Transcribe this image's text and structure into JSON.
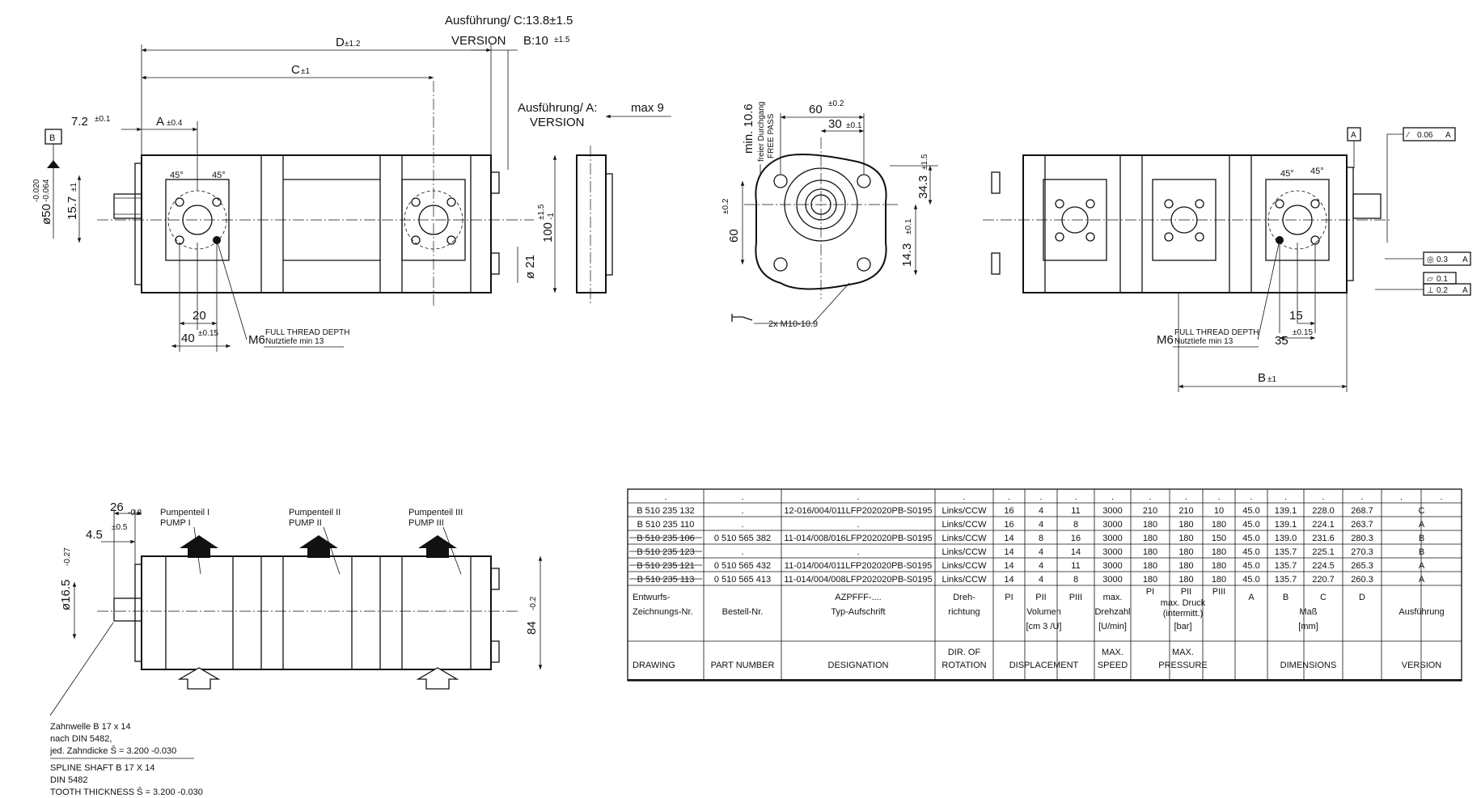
{
  "front_view": {
    "version_c_label": "Ausführung/ C:13.8±1.5",
    "version_word": "VERSION",
    "dim_b": "B:10",
    "dim_b_tol": "±1.5",
    "dim_d": "D",
    "dim_d_tol": "±1.2",
    "dim_c": "C",
    "dim_c_tol": "±1",
    "version_a_label": "Ausführung/ A:",
    "version_a_word": "VERSION",
    "max9": "max 9",
    "dim_7_2": "7.2",
    "dim_7_2_tol": "±0.1",
    "dim_a": "A",
    "dim_a_tol": "±0.4",
    "datum_b": "B",
    "dia50": "ø50",
    "dia50_tol_upper": "-0.020",
    "dia50_tol_lower": "-0.064",
    "dim_15_7": "15.7",
    "dim_15_7_tol": "±1",
    "angle_1": "45°",
    "angle_2": "45°",
    "dim_100": "100",
    "dim_100_tol_upper": "±1.5",
    "dim_100_tol_lower": "-1",
    "dia21": "ø 21",
    "dim_20": "20",
    "dim_40": "40",
    "dim_40_tol": "±0.15",
    "thread_m6": "M6",
    "thread_note_1": "FULL THREAD DEPTH",
    "thread_note_2": "Nutztiefe min 13"
  },
  "flange_view": {
    "min_10_6": "min. 10.6",
    "free_pass_de": "freier Durchgang",
    "free_pass_en": "FREE PASS",
    "dim_60_top": "60",
    "dim_60_top_tol": "±0.2",
    "dim_30": "30",
    "dim_30_tol": "±0.1",
    "dim_34_3": "34.3",
    "dim_34_3_tol": "±1.5",
    "dim_60_left": "60",
    "dim_60_left_tol": "±0.2",
    "dim_14_3": "14.3",
    "dim_14_3_tol": "±0.1",
    "bolt_note": "2x M10-10.9"
  },
  "rear_view": {
    "datum_a": "A",
    "tol_perp": "0.06",
    "tol_perp_ref": "A",
    "tol_conc": "0.3",
    "tol_conc_ref": "A",
    "tol_flat": "0.1",
    "tol_sq": "0.2",
    "tol_sq_ref": "A",
    "angle_1": "45°",
    "angle_2": "45°",
    "dim_15": "15",
    "dim_35": "35",
    "dim_35_tol": "±0.15",
    "thread_m6": "M6",
    "thread_note_1": "FULL THREAD DEPTH",
    "thread_note_2": "Nutztiefe min 13",
    "dim_b": "B",
    "dim_b_tol": "±1"
  },
  "side_view": {
    "dim_26": "26",
    "dim_26_tol": "-0.8",
    "dim_4_5": "4.5",
    "dim_4_5_tol": "±0.5",
    "dim_16_5": "ø16.5",
    "dim_16_5_tol": "-0.27",
    "dim_84": "84",
    "dim_84_tol": "-0.2",
    "pump1_de": "Pumpenteil I",
    "pump1_en": "PUMP I",
    "pump2_de": "Pumpenteil II",
    "pump2_en": "PUMP II",
    "pump3_de": "Pumpenteil III",
    "pump3_en": "PUMP III",
    "spline_de_1": "Zahnwelle B 17 x 14",
    "spline_de_2": "nach DIN 5482,",
    "spline_de_3": "jed. Zahndicke Ŝ = 3.200 -0.030",
    "spline_en_1": "SPLINE SHAFT B 17 X 14",
    "spline_en_2": "DIN 5482",
    "spline_en_3": "TOOTH THICKNESS Ŝ = 3.200 -0.030"
  },
  "table": {
    "rows": [
      [
        ".",
        ".",
        ".",
        ".",
        ".",
        ".",
        ".",
        ".",
        ".",
        ".",
        ".",
        ".",
        ".",
        ".",
        ".",
        ".",
        "."
      ],
      [
        "B 510 235 132",
        ".",
        "12-016/004/011LFP202020PB-S0195",
        "Links/CCW",
        "16",
        "4",
        "11",
        "3000",
        "210",
        "210",
        "10",
        "45.0",
        "139.1",
        "228.0",
        "268.7",
        "C"
      ],
      [
        "B 510 235 110",
        ".",
        ".",
        "Links/CCW",
        "16",
        "4",
        "8",
        "3000",
        "180",
        "180",
        "180",
        "45.0",
        "139.1",
        "224.1",
        "263.7",
        "A"
      ],
      [
        "B 510 235 106",
        "0 510 565 382",
        "11-014/008/016LFP202020PB-S0195",
        "Links/CCW",
        "14",
        "8",
        "16",
        "3000",
        "180",
        "180",
        "150",
        "45.0",
        "139.0",
        "231.6",
        "280.3",
        "B"
      ],
      [
        "B 510 235 123",
        ".",
        ".",
        "Links/CCW",
        "14",
        "4",
        "14",
        "3000",
        "180",
        "180",
        "180",
        "45.0",
        "135.7",
        "225.1",
        "270.3",
        "B"
      ],
      [
        "B 510 235 121",
        "0 510 565 432",
        "11-014/004/011LFP202020PB-S0195",
        "Links/CCW",
        "14",
        "4",
        "11",
        "3000",
        "180",
        "180",
        "180",
        "45.0",
        "135.7",
        "224.5",
        "265.3",
        "A"
      ],
      [
        "B 510 235 113",
        "0 510 565 413",
        "11-014/004/008LFP202020PB-S0195",
        "Links/CCW",
        "14",
        "4",
        "8",
        "3000",
        "180",
        "180",
        "180",
        "45.0",
        "135.7",
        "220.7",
        "260.3",
        "A"
      ]
    ],
    "header_de": {
      "drawing_1": "Entwurfs-",
      "drawing_2": "Zeichnungs-Nr.",
      "part": "Bestell-Nr.",
      "type_1": "AZPFFF-....",
      "type_2": "Typ-Aufschrift",
      "dir_1": "Dreh-",
      "dir_2": "richtung",
      "p1": "PI",
      "p2": "PII",
      "p3": "PIII",
      "vol": "Volumen",
      "vol_unit": "[cm 3 /U]",
      "speed_1": "max.",
      "speed_2": "Drehzahl",
      "speed_unit": "[U/min]",
      "pres_p1": "PI",
      "pres_p2": "PII",
      "pres_p3": "PIII",
      "pres_1": "max. Druck",
      "pres_2": "(intermitt.)",
      "pres_unit": "[bar]",
      "dim_a": "A",
      "dim_b": "B",
      "dim_c": "C",
      "dim_d": "D",
      "mass": "Maß",
      "mass_unit": "[mm]",
      "version": "Ausführung"
    },
    "header_en": {
      "drawing": "DRAWING",
      "part": "PART NUMBER",
      "designation": "DESIGNATION",
      "dir_1": "DIR. OF",
      "dir_2": "ROTATION",
      "displacement": "DISPLACEMENT",
      "speed_1": "MAX.",
      "speed_2": "SPEED",
      "pres_1": "MAX.",
      "pres_2": "PRESSURE",
      "dimensions": "DIMENSIONS",
      "version": "VERSION"
    }
  }
}
